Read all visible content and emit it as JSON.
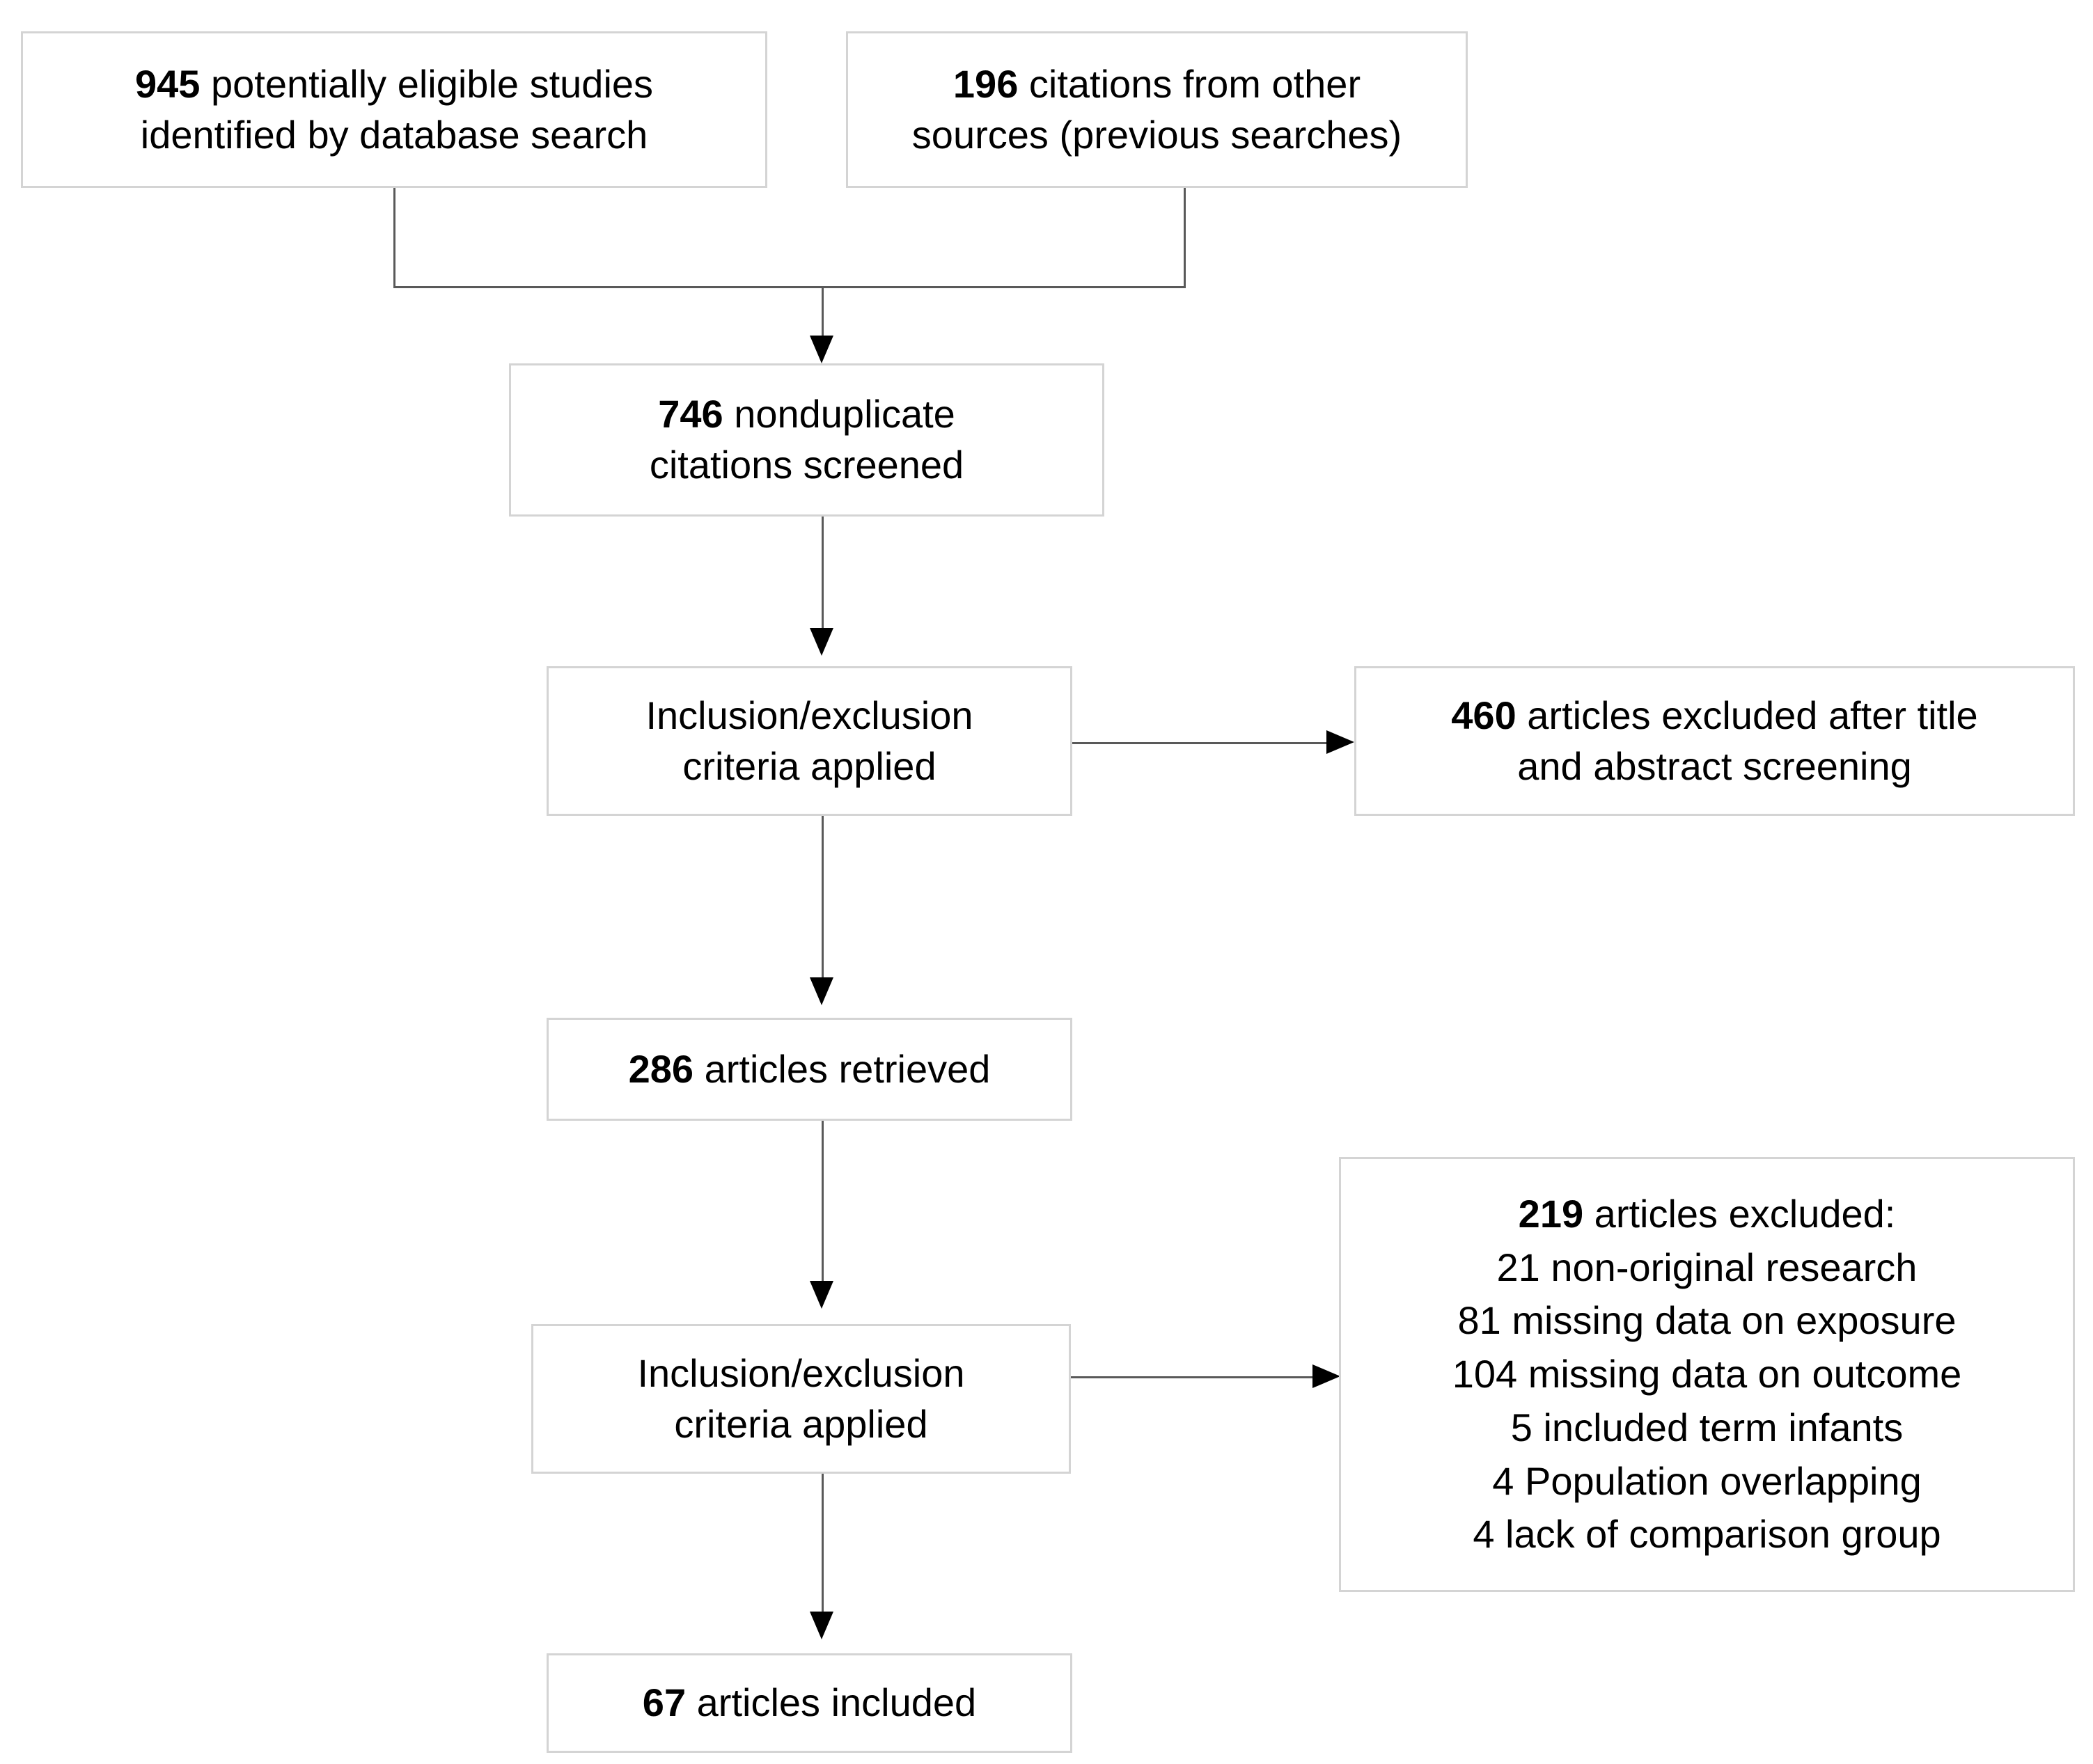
{
  "diagram": {
    "type": "prisma-flow-diagram",
    "colors": {
      "box_border": "#d4d4d4",
      "connector": "#595959",
      "arrowhead": "#000000",
      "text": "#000000",
      "background": "#ffffff"
    },
    "boxes": {
      "eligible_studies": {
        "number": "945",
        "line1_rest": " potentially eligible studies",
        "line2": "identified by database search"
      },
      "other_sources": {
        "number": "196",
        "line1_rest": " citations from other",
        "line2": "sources (previous searches)"
      },
      "nonduplicate": {
        "number": "746",
        "line1_rest": " nonduplicate",
        "line2": "citations screened"
      },
      "criteria_1": {
        "line1": "Inclusion/exclusion",
        "line2": "criteria applied"
      },
      "excluded_460": {
        "number": "460",
        "line1_rest": " articles excluded after title",
        "line2": "and abstract screening"
      },
      "retrieved_286": {
        "number": "286",
        "line1_rest": " articles retrieved"
      },
      "criteria_2": {
        "line1": "Inclusion/exclusion",
        "line2": "criteria applied"
      },
      "excluded_219": {
        "number": "219",
        "header_rest": " articles excluded:",
        "reasons": [
          "21 non-original research",
          "81 missing data on exposure",
          "104 missing data on outcome",
          "5 included term infants",
          "4 Population overlapping",
          "4 lack of comparison group"
        ]
      },
      "included_67": {
        "number": "67",
        "line1_rest": " articles included"
      }
    }
  }
}
